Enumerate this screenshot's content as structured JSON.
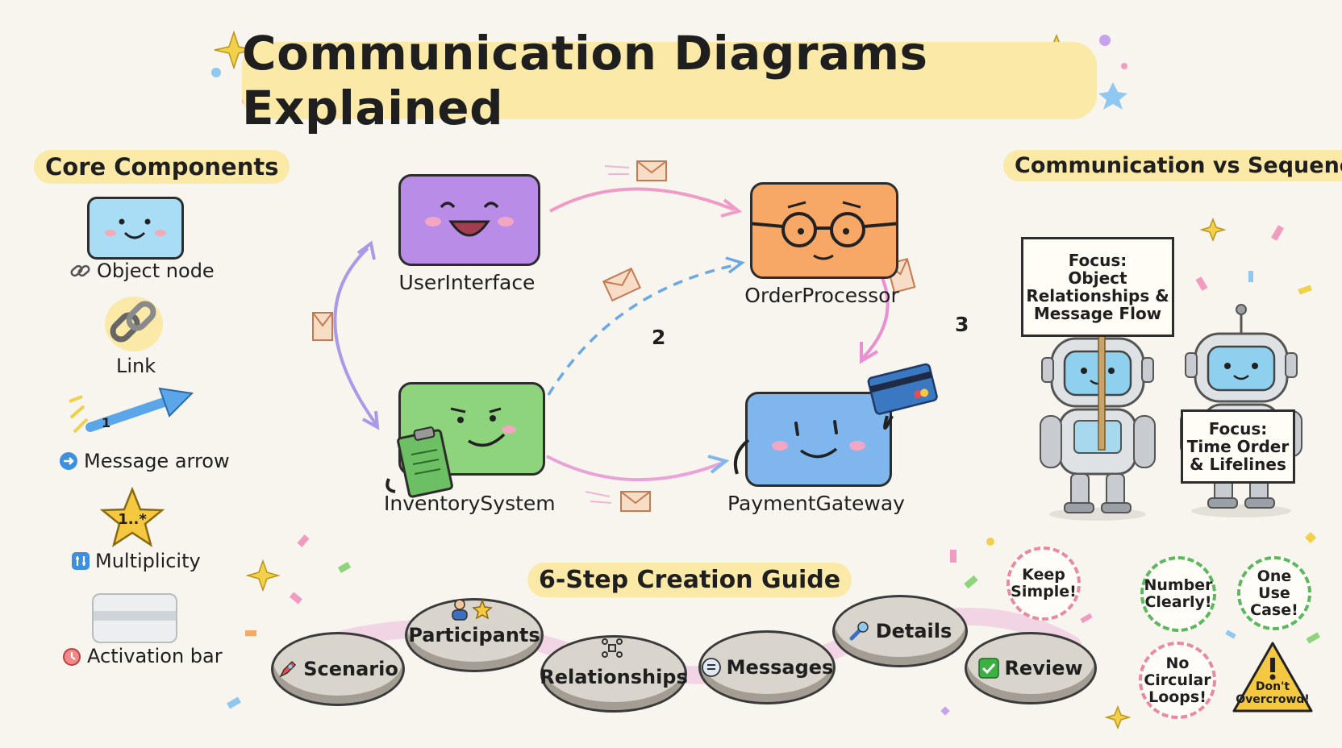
{
  "title": "Communication Diagrams Explained",
  "core": {
    "heading": "Core Components",
    "items": [
      {
        "label": "Object node"
      },
      {
        "label": "Link"
      },
      {
        "label": "Message arrow"
      },
      {
        "label": "Multiplicity",
        "star_text": "1..*"
      },
      {
        "label": "Activation bar"
      }
    ]
  },
  "diagram": {
    "nodes": [
      {
        "label": "UserInterface",
        "color": "#b98ce8"
      },
      {
        "label": "OrderProcessor",
        "color": "#f7a866"
      },
      {
        "label": "InventorySystem",
        "color": "#8ed47c"
      },
      {
        "label": "PaymentGateway",
        "color": "#7fb6ee"
      }
    ],
    "message_numbers": [
      "2",
      "3"
    ]
  },
  "comparison": {
    "heading": "Communication vs Sequence",
    "sign1": [
      "Focus:",
      "Object",
      "Relationships &",
      "Message Flow"
    ],
    "sign2": [
      "Focus:",
      "Time Order",
      "& Lifelines"
    ]
  },
  "guide": {
    "heading": "6-Step Creation Guide",
    "steps": [
      "Scenario",
      "Participants",
      "Relationships",
      "Messages",
      "Details",
      "Review"
    ]
  },
  "tips": {
    "keep_simple": [
      "Keep",
      "Simple!"
    ],
    "number_clearly": [
      "Number",
      "Clearly!"
    ],
    "one_use_case": [
      "One",
      "Use",
      "Case!"
    ],
    "no_loops": [
      "No",
      "Circular",
      "Loops!"
    ],
    "dont_overcrowd": [
      "Don't",
      "Overcrowd!"
    ]
  }
}
